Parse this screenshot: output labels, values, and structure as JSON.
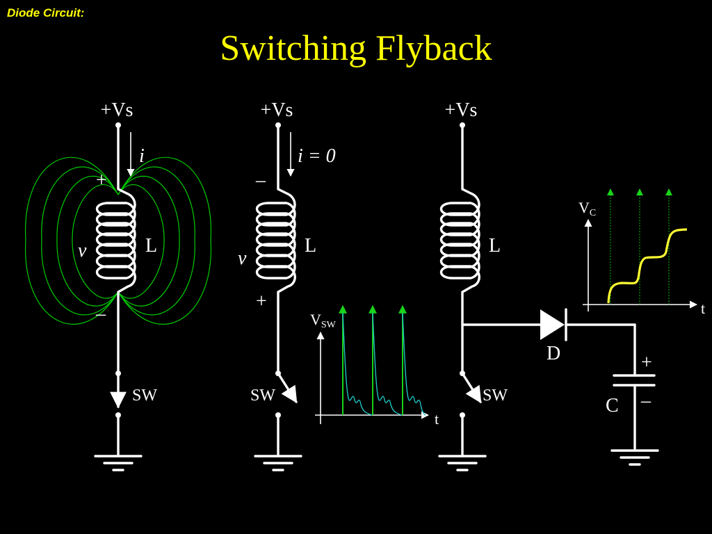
{
  "header": {
    "section": "Diode Circuit:",
    "title": "Switching Flyback"
  },
  "colors": {
    "background": "#000000",
    "accent": "#ffff00",
    "field": "#00cc00",
    "ringing": "#1fc4c4",
    "trace": "#ffff33"
  },
  "circuit1": {
    "supply": "+Vs",
    "current": "i",
    "plus": "+",
    "minus": "–",
    "voltage": "v",
    "inductor": "L",
    "switch": "SW"
  },
  "circuit2": {
    "supply": "+Vs",
    "current": "i = 0",
    "plus": "+",
    "minus": "–",
    "voltage": "v",
    "inductor": "L",
    "switch": "SW",
    "graph": {
      "ylabel": "V",
      "ylabel_sub": "SW",
      "xlabel": "t"
    }
  },
  "circuit3": {
    "supply": "+Vs",
    "inductor": "L",
    "switch": "SW",
    "diode": "D",
    "capacitor": "C",
    "plus": "+",
    "minus": "–",
    "graph": {
      "ylabel": "V",
      "ylabel_sub": "C",
      "xlabel": "t"
    }
  }
}
